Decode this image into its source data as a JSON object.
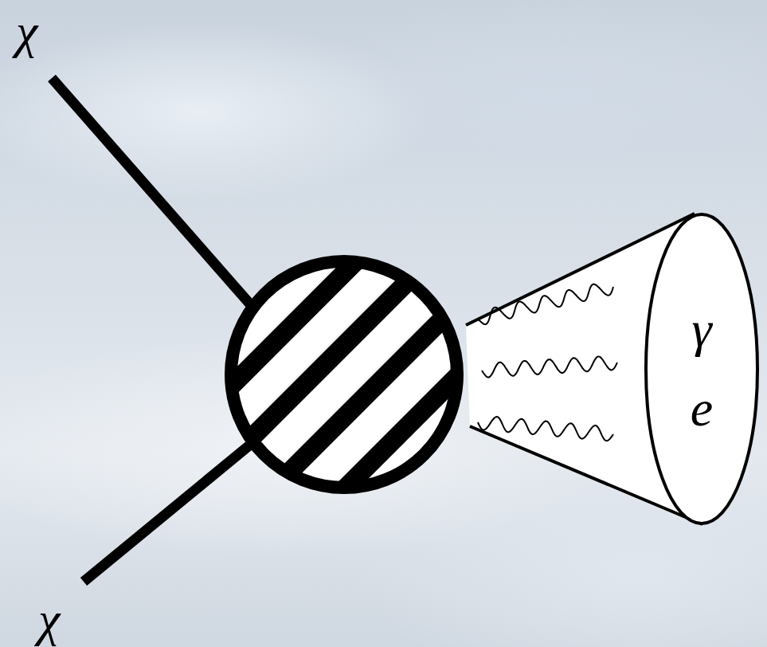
{
  "diagram": {
    "nodes": [
      {
        "text": [
          "γ",
          "e"
        ]
      }
    ],
    "labels": [
      "χ",
      "χ"
    ]
  }
}
